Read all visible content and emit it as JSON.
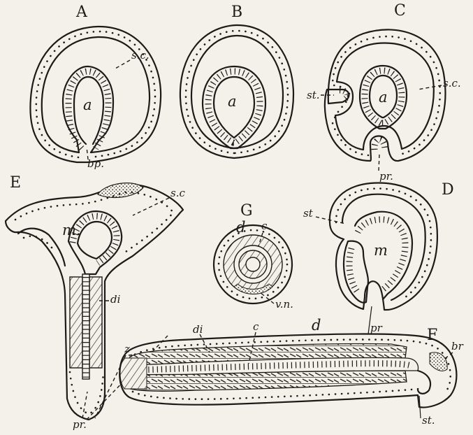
{
  "figure_labels": {
    "A": "A",
    "B": "B",
    "C": "C",
    "D": "D",
    "E": "E",
    "F": "F",
    "G": "G"
  },
  "annotations": {
    "sc_A": "s.c.",
    "a_A": "a",
    "bp_A": "bp.",
    "a_B": "a",
    "st_C": "st.",
    "a_C": "a",
    "sc_C": "s.c.",
    "pr_C": "pr.",
    "sc_E": "s.c",
    "m_E": "m.",
    "di_E": "di",
    "d_G": "d",
    "c_G": "c",
    "vn_G": "v.n.",
    "st_D": "st",
    "m_D": "m",
    "pr_D": "pr",
    "z_E": "z",
    "pr_E": "pr.",
    "di_F": "di",
    "c_F": "c",
    "d_F": "d",
    "br_F": "br",
    "st_F": "st."
  }
}
